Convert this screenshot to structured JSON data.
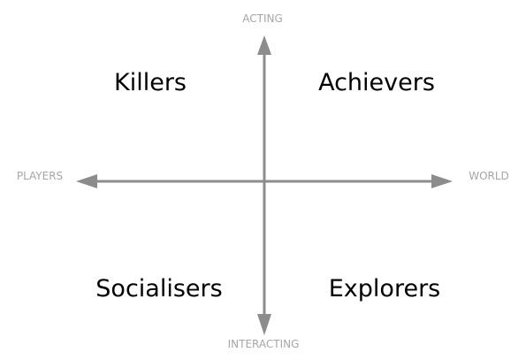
{
  "axes": {
    "top": "ACTING",
    "bottom": "INTERACTING",
    "left": "PLAYERS",
    "right": "WORLD"
  },
  "quadrants": {
    "top_left": "Killers",
    "top_right": "Achievers",
    "bottom_left": "Socialisers",
    "bottom_right": "Explorers"
  },
  "colors": {
    "axis": "#8c8c8c",
    "axis_label": "#a6a6a6",
    "quadrant_label": "#000000"
  }
}
